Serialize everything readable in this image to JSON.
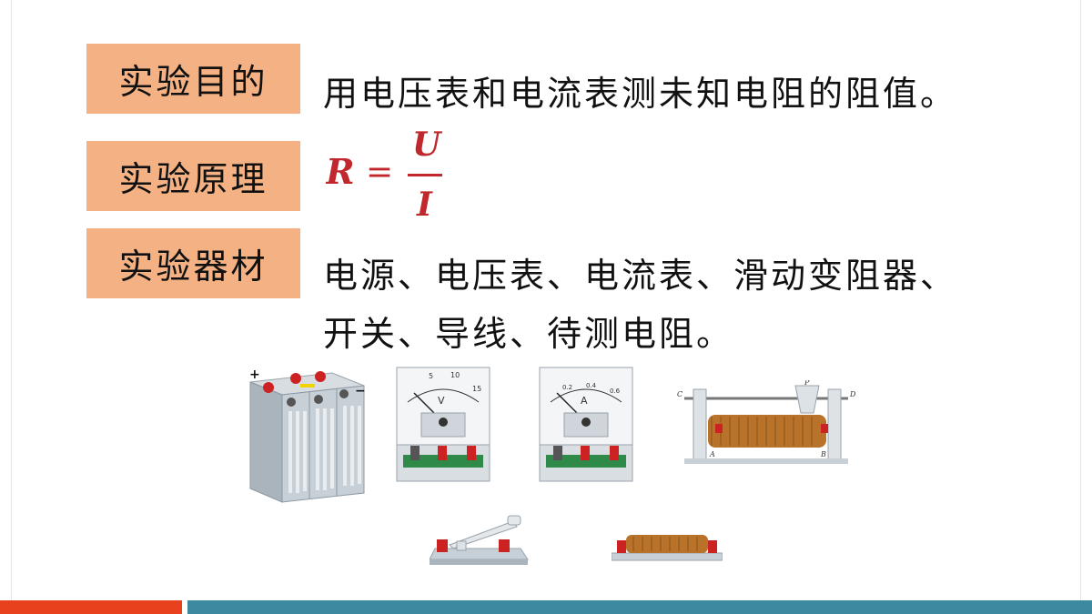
{
  "sections": {
    "purpose": {
      "label": "实验目的",
      "text": "用电压表和电流表测未知电阻的阻值。"
    },
    "principle": {
      "label": "实验原理",
      "formula": {
        "lhs": "R",
        "eq": "=",
        "numerator": "U",
        "denominator": "I"
      }
    },
    "equipment": {
      "label": "实验器材",
      "text_line1": "电源、电压表、电流表、滑动变阻器、",
      "text_line2": "开关、导线、待测电阻。"
    }
  },
  "instrument_marks": {
    "battery_plus": "+",
    "battery_minus": "−",
    "voltmeter_symbol": "V",
    "voltmeter_scale": [
      "5",
      "10",
      "15"
    ],
    "ammeter_symbol": "A",
    "ammeter_scale": [
      "0.2",
      "0.4",
      "0.6"
    ],
    "rheostat_terminals": [
      "C",
      "P",
      "D",
      "A",
      "B"
    ]
  },
  "colors": {
    "label_bg": "#f4b183",
    "formula": "#c0282d",
    "bar_left": "#e8411d",
    "bar_right": "#3b8aa0"
  }
}
